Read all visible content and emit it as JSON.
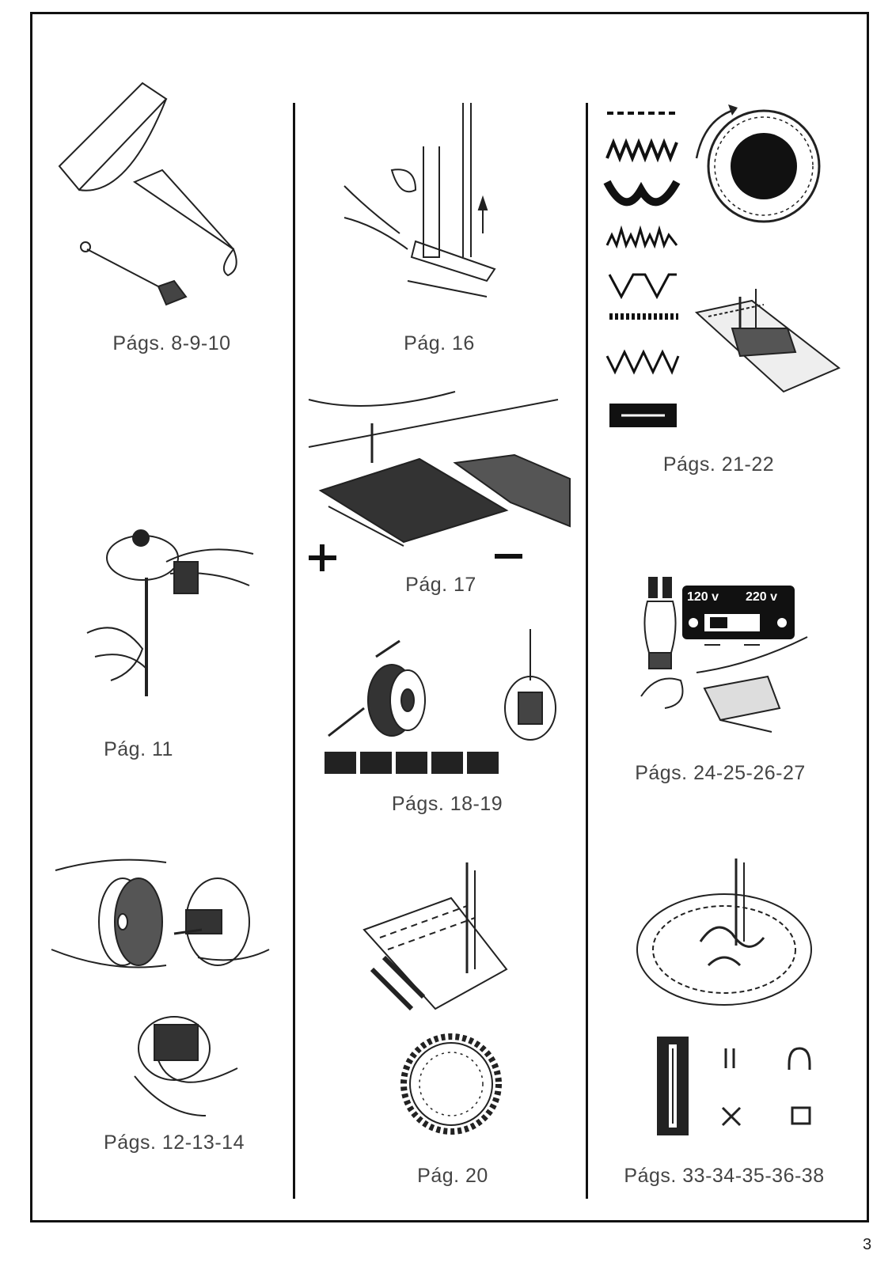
{
  "captions": {
    "c1": "Págs. 8-9-10",
    "c2": "Pág. 11",
    "c3": "Págs. 12-13-14",
    "c4": "Pág. 16",
    "c5": "Pág. 17",
    "c6": "Págs. 18-19",
    "c7": "Pág. 20",
    "c8": "Págs. 21-22",
    "c9": "Págs. 24-25-26-27",
    "c10": "Págs. 33-34-35-36-38"
  },
  "voltage": {
    "low": "120 v",
    "high": "220 v"
  },
  "page_number": "3"
}
